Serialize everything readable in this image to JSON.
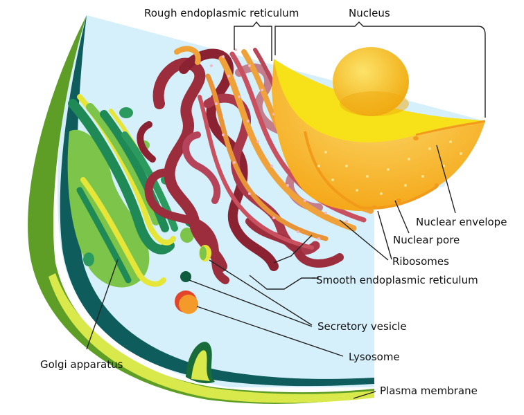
{
  "labels": {
    "rough_er": "Rough endoplasmic reticulum",
    "nucleus": "Nucleus",
    "nuclear_envelope": "Nuclear envelope",
    "nuclear_pore": "Nuclear pore",
    "ribosomes": "Ribosomes",
    "smooth_er": "Smooth endoplasmic reticulum",
    "secretory_vesicle": "Secretory vesicle",
    "lysosome": "Lysosome",
    "golgi": "Golgi apparatus",
    "plasma_membrane": "Plasma membrane"
  },
  "colors": {
    "cytoplasm": "#d6f0fb",
    "outer_green": "#6fb12e",
    "dark_teal": "#0f5c5c",
    "membrane_yellow": "#d9e84a",
    "golgi_green": "#7cc44a",
    "golgi_yellow": "#e6e639",
    "er_maroon": "#9b2d3d",
    "er_orange": "#f0a23a",
    "nucleus_yellow": "#f7e21a",
    "nucleus_orange": "#f6b21a",
    "nucleolus": "#f3b514",
    "lysosome_red": "#e3452c",
    "lysosome_orange": "#f39a2a"
  }
}
